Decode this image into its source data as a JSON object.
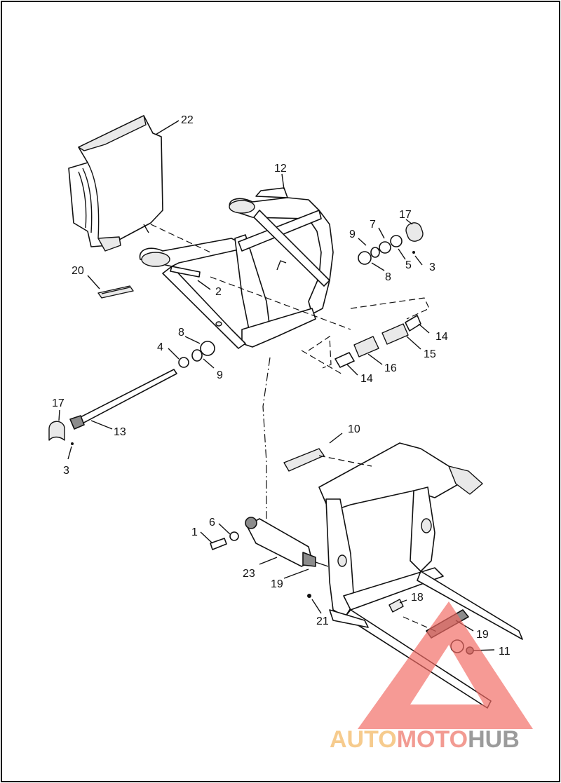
{
  "labels": [
    {
      "id": "22",
      "text": "22"
    },
    {
      "id": "12",
      "text": "12"
    },
    {
      "id": "17a",
      "text": "17"
    },
    {
      "id": "9a",
      "text": "9"
    },
    {
      "id": "7",
      "text": "7"
    },
    {
      "id": "5",
      "text": "5"
    },
    {
      "id": "3a",
      "text": "3"
    },
    {
      "id": "8a",
      "text": "8"
    },
    {
      "id": "20",
      "text": "20"
    },
    {
      "id": "2",
      "text": "2"
    },
    {
      "id": "8b",
      "text": "8"
    },
    {
      "id": "4",
      "text": "4"
    },
    {
      "id": "9b",
      "text": "9"
    },
    {
      "id": "14a",
      "text": "14"
    },
    {
      "id": "15",
      "text": "15"
    },
    {
      "id": "16",
      "text": "16"
    },
    {
      "id": "14b",
      "text": "14"
    },
    {
      "id": "17b",
      "text": "17"
    },
    {
      "id": "13",
      "text": "13"
    },
    {
      "id": "3b",
      "text": "3"
    },
    {
      "id": "10",
      "text": "10"
    },
    {
      "id": "1",
      "text": "1"
    },
    {
      "id": "6",
      "text": "6"
    },
    {
      "id": "23",
      "text": "23"
    },
    {
      "id": "19a",
      "text": "19"
    },
    {
      "id": "18",
      "text": "18"
    },
    {
      "id": "21",
      "text": "21"
    },
    {
      "id": "19b",
      "text": "19"
    },
    {
      "id": "11",
      "text": "11"
    }
  ],
  "watermark": {
    "part1": "AUTO",
    "part2": "MOTO",
    "part3": "HUB",
    "color_auto": "#f5c27a",
    "color_moto": "#f08a80",
    "color_hub": "#8a8a8a",
    "triangle_color": "#f26a64"
  }
}
